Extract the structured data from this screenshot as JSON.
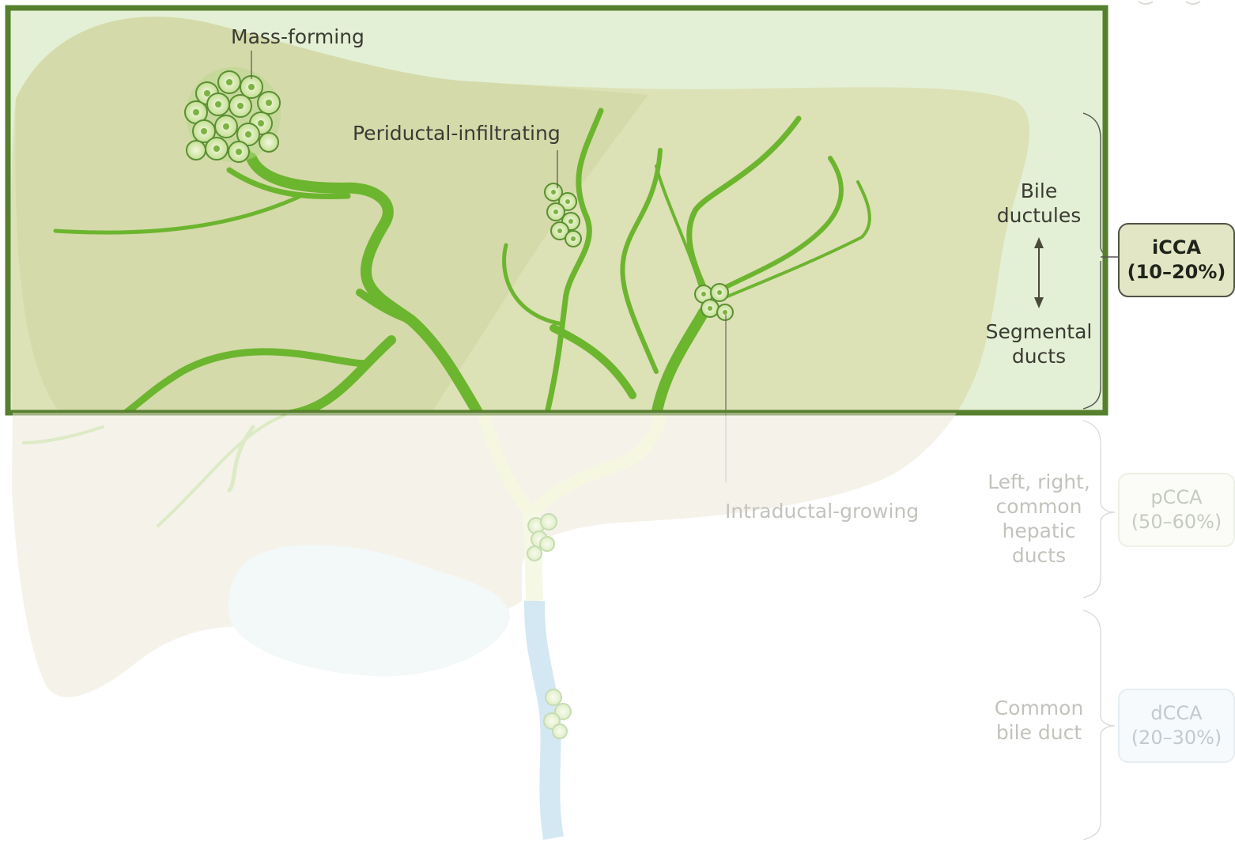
{
  "growth_patterns": {
    "mass_forming": "Mass-forming",
    "periductal_infiltrating": "Periductal-infiltrating",
    "intraductal_growing": "Intraductal-growing"
  },
  "duct_levels": {
    "bile_ductules": "Bile ductules",
    "segmental_ducts": "Segmental ducts",
    "hepatic_ducts": "Left, right, common hepatic ducts",
    "common_bile_duct": "Common bile duct"
  },
  "subtypes": [
    {
      "name": "iCCA",
      "range": "(10–20%)",
      "highlighted": true
    },
    {
      "name": "pCCA",
      "range": "(50–60%)",
      "highlighted": false
    },
    {
      "name": "dCCA",
      "range": "(20–30%)",
      "highlighted": false
    }
  ],
  "colors": {
    "highlight_frame": "#567f2e",
    "liver_fill": "#dcdfb4",
    "duct_green": "#6ab52f",
    "common_bile_duct_blue": "#cfe6ef"
  }
}
